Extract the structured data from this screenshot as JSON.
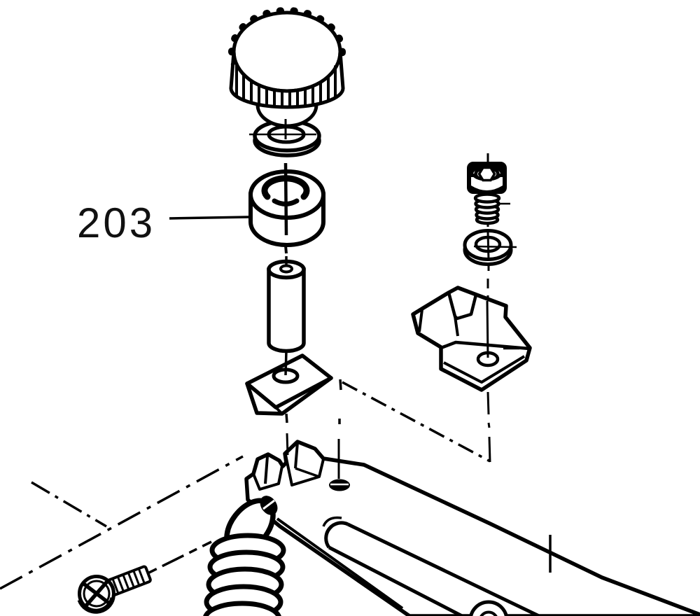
{
  "diagram": {
    "background_color": "#ffffff",
    "line_color": "#000000",
    "callout": {
      "number": "203"
    },
    "parts": [
      "knurled-knob",
      "knob-stem",
      "knob-washer",
      "bushing-203",
      "pin-spacer",
      "wedge-block",
      "socket-head-screw",
      "flat-washer",
      "mounting-bracket",
      "pedal-arm",
      "tension-spring",
      "spring-pin",
      "phillips-screw"
    ]
  }
}
